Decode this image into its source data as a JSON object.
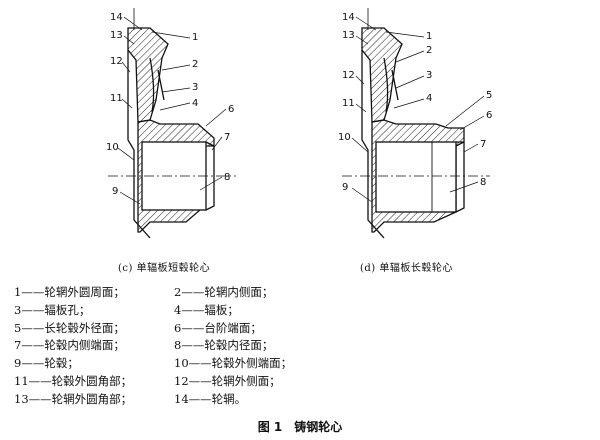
{
  "figure": {
    "title": "图 1　铸钢轮心",
    "caption_c": "(c) 单辐板短毂轮心",
    "caption_d": "(d) 单辐板长毂轮心"
  },
  "callouts": [
    "1",
    "2",
    "3",
    "4",
    "5",
    "6",
    "7",
    "8",
    "9",
    "10",
    "11",
    "12",
    "13",
    "14"
  ],
  "legend": [
    {
      "left": "1——轮辋外圆周面；",
      "right": "2——轮辋内侧面；"
    },
    {
      "left": "3——辐板孔；",
      "right": "4——辐板；"
    },
    {
      "left": "5——长轮毂外径面；",
      "right": "6——台阶端面；"
    },
    {
      "left": "7——轮毂内侧端面；",
      "right": "8——轮毂内径面；"
    },
    {
      "left": "9——轮毂；",
      "right": "10——轮毂外侧端面；"
    },
    {
      "left": "11——轮毂外圆角部；",
      "right": "12——轮辋外侧面；"
    },
    {
      "left": "13——轮辋外圆角部；",
      "right": "14——轮辋。"
    }
  ]
}
